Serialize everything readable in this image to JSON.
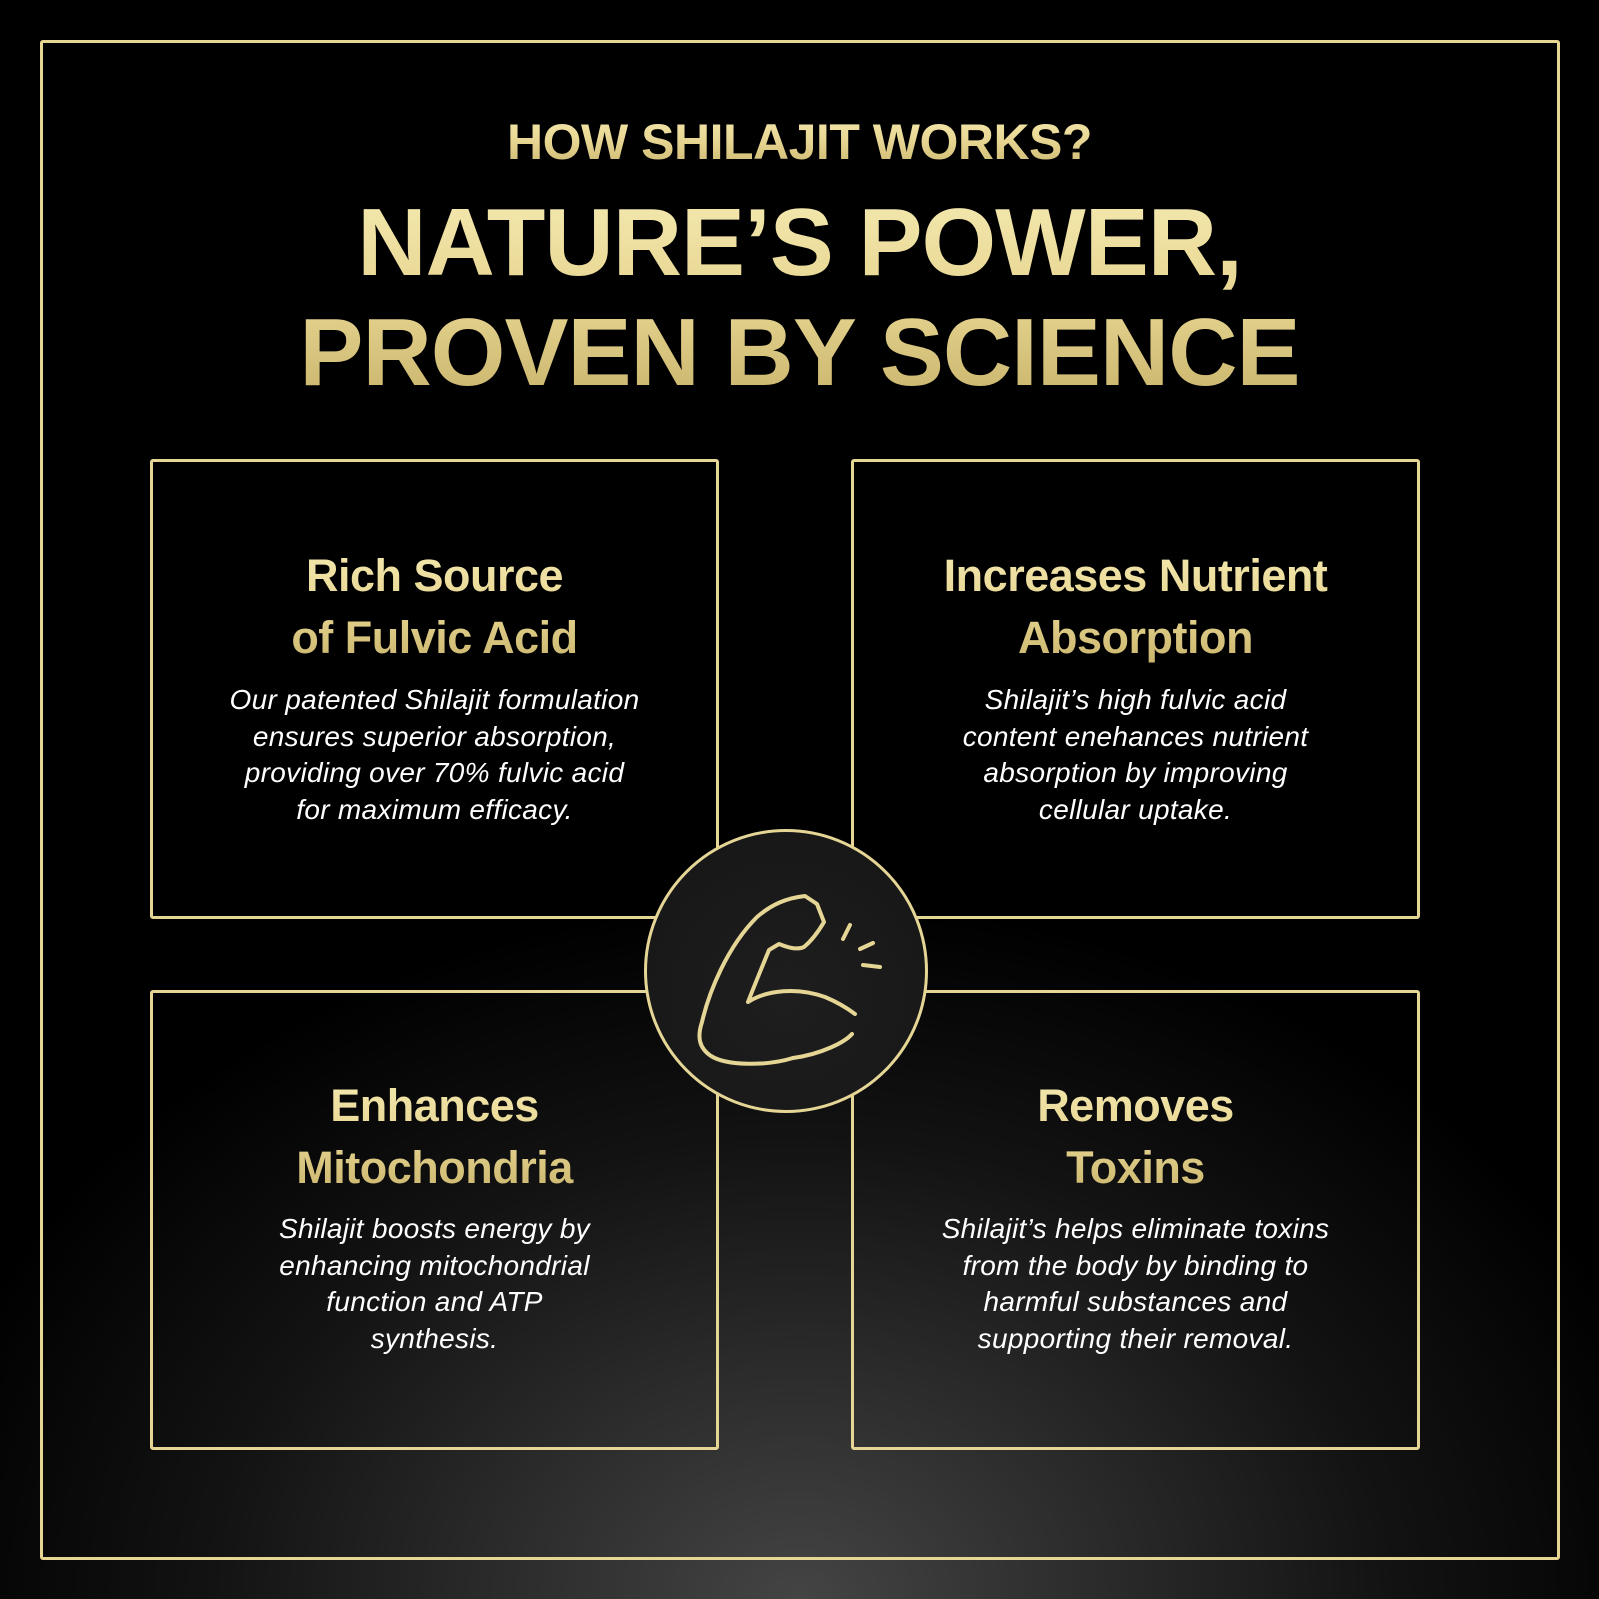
{
  "header": {
    "kicker": "HOW SHILAJIT WORKS?",
    "headline_lines": [
      "NATURE’S POWER,",
      "PROVEN BY SCIENCE"
    ]
  },
  "cards": [
    {
      "title_lines": [
        "Rich Source",
        "of Fulvic Acid"
      ],
      "body_lines": [
        "Our patented Shilajit formulation",
        "ensures superior absorption,",
        "providing over 70% fulvic acid",
        "for maximum efficacy."
      ]
    },
    {
      "title_lines": [
        "Increases Nutrient",
        "Absorption"
      ],
      "body_lines": [
        "Shilajit’s high fulvic acid",
        "content enehances nutrient",
        "absorption by improving",
        "cellular uptake."
      ]
    },
    {
      "title_lines": [
        "Enhances",
        "Mitochondria"
      ],
      "body_lines": [
        "Shilajit boosts energy by",
        "enhancing mitochondrial",
        "function and ATP",
        "synthesis."
      ]
    },
    {
      "title_lines": [
        "Removes",
        "Toxins"
      ],
      "body_lines": [
        "Shilajit’s helps eliminate toxins",
        "from the body by binding to",
        "harmful substances and",
        "supporting their removal."
      ]
    }
  ],
  "center_icon": "flexed-bicep-icon",
  "colors": {
    "gold": "#e6d696",
    "gold_light": "#f4e9b0",
    "gold_dark": "#c8b36a",
    "body_text": "#ffffff",
    "background": "#000000"
  }
}
